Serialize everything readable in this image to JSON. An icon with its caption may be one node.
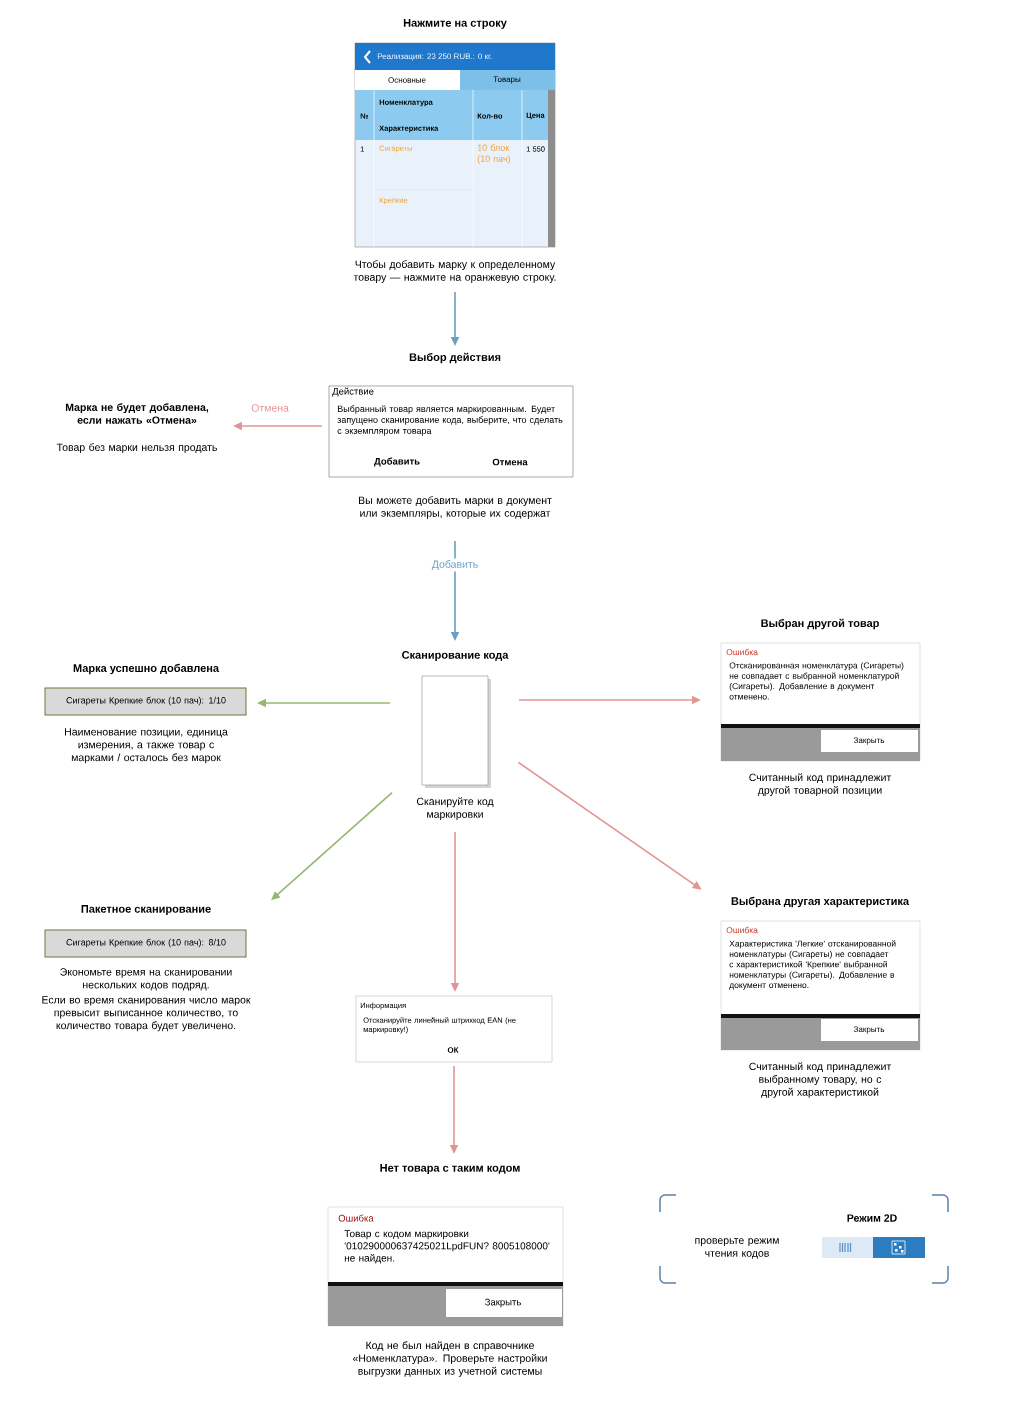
{
  "diagram": {
    "nodes": [
      {
        "text": [
          "Нажмите на строку",
          "Реализация: 23 250 RUB.: 0 кг.",
          "Основные",
          "Товары",
          "№",
          "Номенклатура",
          "Характеристика",
          "Кол-во",
          "Цена",
          "1",
          "Сигареты",
          "10 блок (10 пач)",
          "1 550",
          "Крепкие"
        ],
        "beside": [
          "Чтобы добавить марку к определенному товару — нажмите на оранжевую строку."
        ]
      },
      {
        "text": [
          "Выбор действия",
          "Действие",
          "Выбранный товар является маркированным. Будет запущено сканирование кода, выберите, что сделать с экземпляром товара",
          "Добавить",
          "Отмена"
        ],
        "beside": [
          "Вы можете добавить марки в документ или экземпляры, которые их содержат"
        ]
      },
      {
        "text": [
          "Марка не будет добавлена, если нажать «Отмена»",
          "Товар без марки нельзя продать"
        ]
      },
      {
        "text": [
          "Сканирование кода"
        ],
        "beside": [
          "Сканируйте код маркировки"
        ]
      },
      {
        "text": [
          "Марка успешно добавлена",
          "Сигареты Крепкие блок (10 пач): 1/10"
        ],
        "beside": [
          "Наименование позиции, единица измерения, а также товар с марками / осталось без марок"
        ]
      },
      {
        "text": [
          "Пакетное сканирование",
          "Сигареты Крепкие блок (10 пач): 8/10"
        ],
        "beside": [
          "Экономьте время на сканировании нескольких кодов подряд.",
          "Если во время сканирования число марок превысит выписанное количество, то количество товара будет увеличено."
        ]
      },
      {
        "text": [
          "Выбран другой товар",
          "Ошибка",
          "Отсканированная номенклатура (Сигареты) не совпадает с выбранной номенклатурой (Сигареты). Добавление в документ отменено.",
          "Закрыть"
        ],
        "beside": [
          "Считанный код принадлежит другой товарной позиции"
        ]
      },
      {
        "text": [
          "Выбрана другая характеристика",
          "Ошибка",
          "Характеристика 'Легкие' отсканированной номенклатуры (Сигареты) не совпадает с характеристикой 'Крепкие' выбранной номенклатуры (Сигареты). Добавление в документ отменено.",
          "Закрыть"
        ],
        "beside": [
          "Считанный код принадлежит выбранному товару, но с другой характеристикой"
        ]
      },
      {
        "text": [
          "Информация",
          "Отсканируйте линейный штрихкод EAN (не маркировку!)",
          "ОК"
        ]
      },
      {
        "text": [
          "Нет товара с таким кодом",
          "Ошибка",
          "Товар с кодом маркировки '010290000637425021LpdFUN? 8005108000' не найден.",
          "Закрыть"
        ],
        "beside": [
          "Код не был найден в справочнике «Номенклатура». Проверьте настройки выгрузки данных из учетной системы"
        ]
      },
      {
        "text": [
          "проверьте режим чтения кодов",
          "Режим 2D"
        ]
      }
    ],
    "edges": [
      {
        "from": 0,
        "to": 1,
        "arrow": "to",
        "color": "#6a9fc3"
      },
      {
        "from": 1,
        "to": 2,
        "arrow": "to",
        "label": "Отмена"
      },
      {
        "from": 1,
        "to": 3,
        "arrow": "to",
        "label": "Добавить",
        "color": "#6a9fc3"
      },
      {
        "from": 3,
        "to": 4,
        "arrow": "to",
        "color": "#95b86e"
      },
      {
        "from": 3,
        "to": 5,
        "arrow": "to",
        "color": "#95b86e"
      },
      {
        "from": 3,
        "to": 6,
        "arrow": "to"
      },
      {
        "from": 3,
        "to": 7,
        "arrow": "to"
      },
      {
        "from": 3,
        "to": 8,
        "arrow": "to"
      },
      {
        "from": 8,
        "to": 9,
        "arrow": "to"
      }
    ]
  }
}
